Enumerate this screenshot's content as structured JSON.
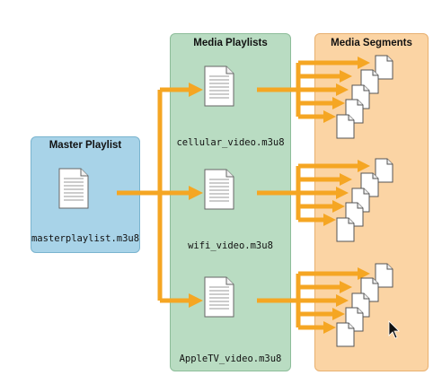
{
  "panels": {
    "master": {
      "title": "Master Playlist",
      "color": "#a8d3e8",
      "border": "#7ab4cf"
    },
    "media": {
      "title": "Media Playlists",
      "color": "#b9dcc2",
      "border": "#8dbd99"
    },
    "segments": {
      "title": "Media Segments",
      "color": "#fbd4a4",
      "border": "#e8b070"
    }
  },
  "files": {
    "master": "masterplaylist.m3u8",
    "cellular": "cellular_video.m3u8",
    "wifi": "wifi_video.m3u8",
    "appletv": "AppleTV_video.m3u8"
  },
  "colors": {
    "arrow": "#f5a623",
    "doc_fill": "#ffffff",
    "doc_stroke": "#666666",
    "doc_line": "#9a9a9a"
  },
  "icons": [
    "document-icon",
    "arrow-icon",
    "mouse-cursor-icon"
  ]
}
